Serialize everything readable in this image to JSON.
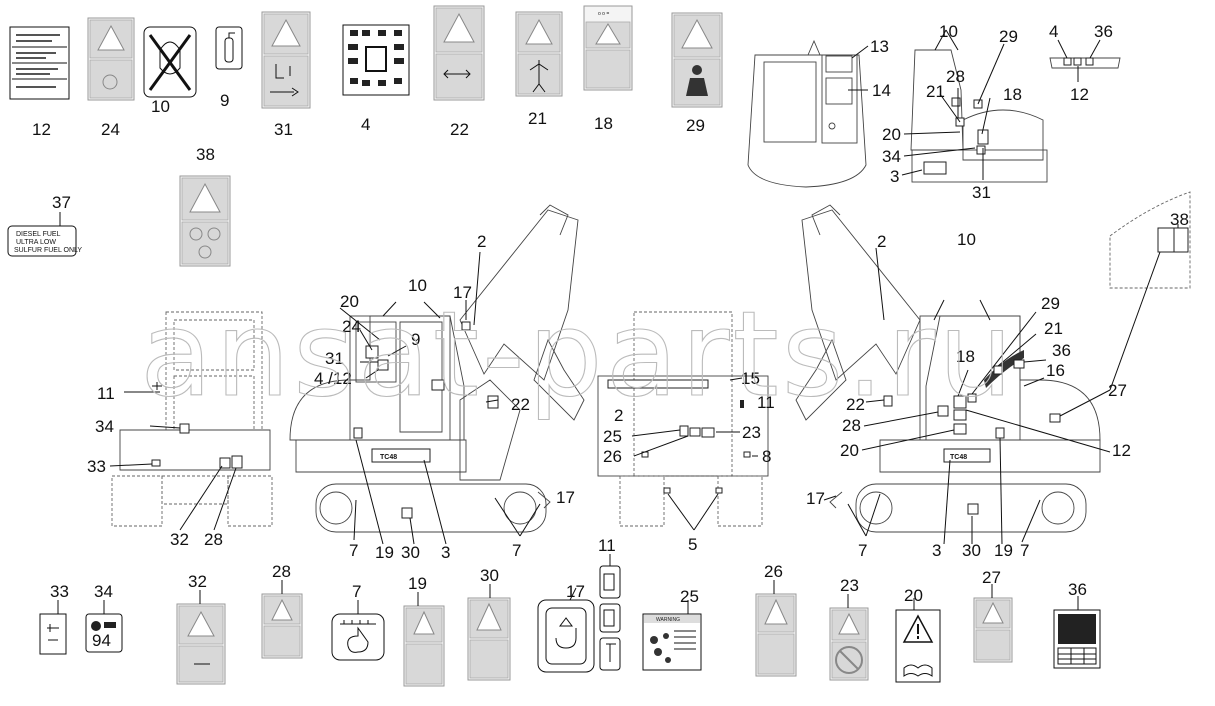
{
  "watermark": "ansat-parts.ru",
  "model_badge": "TC48",
  "fuel_label": {
    "line1": "DIESEL FUEL",
    "line2": "ULTRA LOW",
    "line3": "SULFUR FUEL ONLY"
  },
  "warning_word": "WARNING",
  "callouts": {
    "c12_top": "12",
    "c24_top": "24",
    "c10_top": "10",
    "c9_top": "9",
    "c31_top": "31",
    "c4_top": "4",
    "c22_top": "22",
    "c21_top": "21",
    "c18_top": "18",
    "c29_top": "29",
    "c13": "13",
    "c14": "14",
    "c10_cab": "10",
    "c29_cab": "29",
    "c28_cab": "28",
    "c21_cab": "21",
    "c18_cab": "18",
    "c20_cab": "20",
    "c34_cab": "34",
    "c3_cab": "3",
    "c31_cab": "31",
    "c4_rear": "4",
    "c36_rear": "36",
    "c12_rear": "12",
    "c38": "38",
    "c37": "37",
    "l_10": "10",
    "l_20": "20",
    "l_17": "17",
    "l_2": "2",
    "l_24": "24",
    "l_9": "9",
    "l_31": "31",
    "l_412": "4 /12",
    "l_11": "11",
    "l_34": "34",
    "l_33": "33",
    "l_22": "22",
    "l_32": "32",
    "l_28": "28",
    "l_7a": "7",
    "l_19": "19",
    "l_30": "30",
    "l_3": "3",
    "l_7b": "7",
    "l_17b": "17",
    "m_15": "15",
    "m_2": "2",
    "m_11": "11",
    "m_25": "25",
    "m_23": "23",
    "m_26": "26",
    "m_8": "8",
    "m_5": "5",
    "r_2": "2",
    "r_10": "10",
    "r_29": "29",
    "r_21": "21",
    "r_36": "36",
    "r_16": "16",
    "r_18": "18",
    "r_27": "27",
    "r_22": "22",
    "r_28": "28",
    "r_20": "20",
    "r_12": "12",
    "r_17": "17",
    "r_7a": "7",
    "r_3": "3",
    "r_30": "30",
    "r_19": "19",
    "r_7b": "7",
    "r_38": "38",
    "b_33": "33",
    "b_34": "34",
    "b_32": "32",
    "b_28": "28",
    "b_7": "7",
    "b_19": "19",
    "b_30": "30",
    "b_17": "17",
    "b_11": "11",
    "b_25": "25",
    "b_26": "26",
    "b_23": "23",
    "b_20": "20",
    "b_27": "27",
    "b_36": "36"
  }
}
